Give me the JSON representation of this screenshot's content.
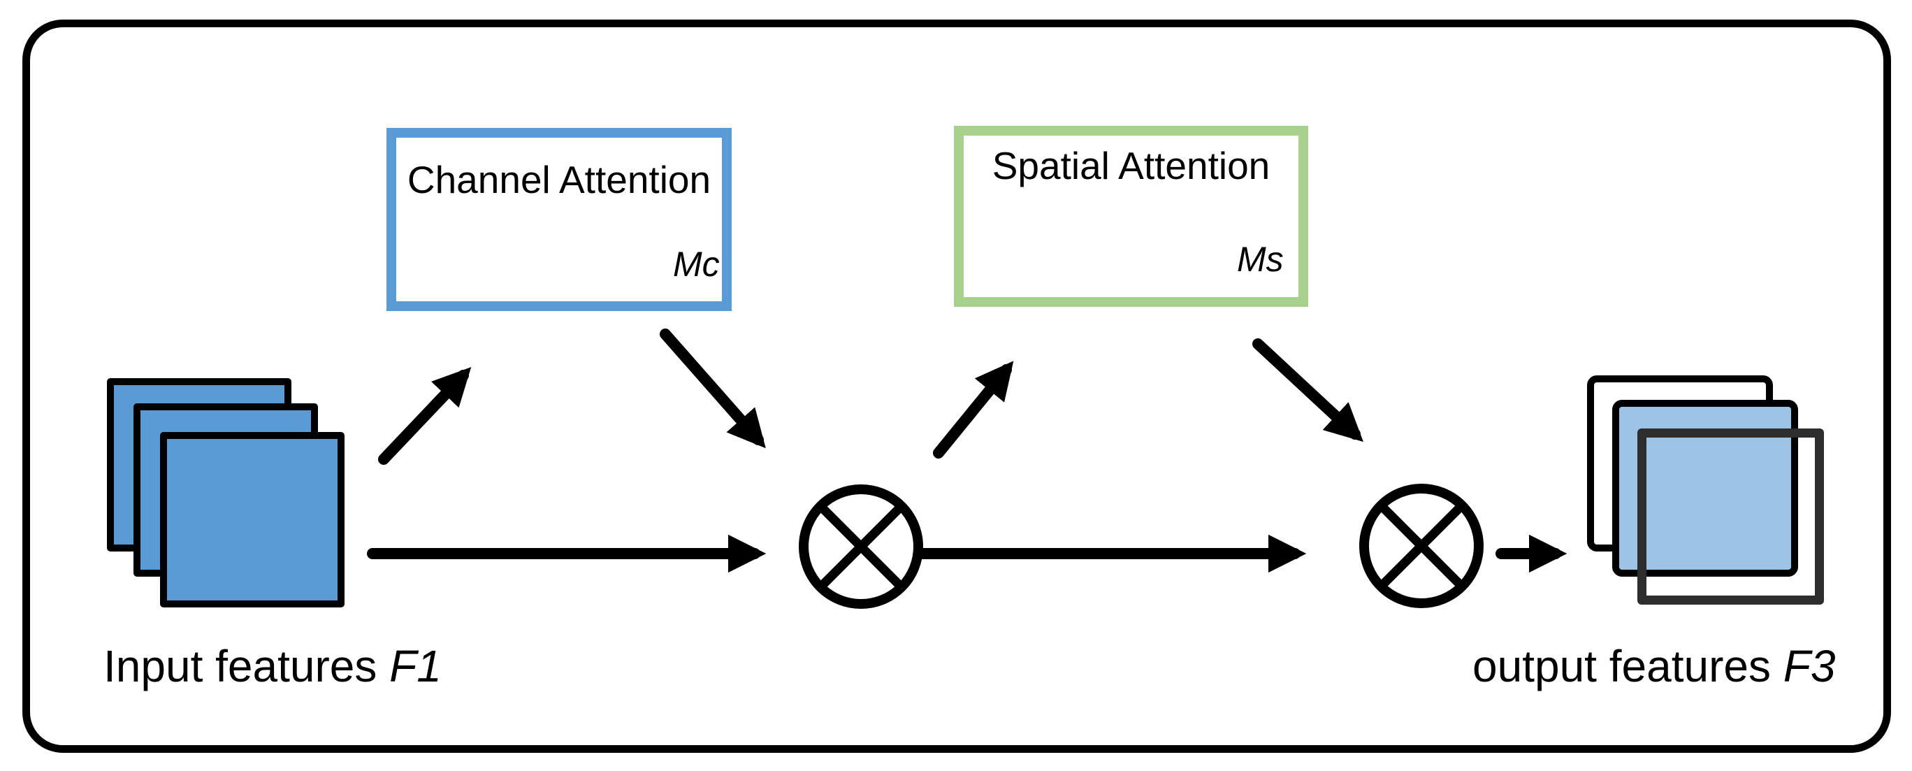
{
  "input": {
    "label": "Input features",
    "symbol": "F1"
  },
  "output": {
    "label": "output features",
    "symbol": "F3"
  },
  "channel_attention": {
    "title": "Channel Attention",
    "map_symbol": "Mc"
  },
  "spatial_attention": {
    "title": "Spatial Attention",
    "map_symbol": "Ms"
  },
  "operators": [
    {
      "name": "elementwise-multiply-1",
      "glyph": "⊗"
    },
    {
      "name": "elementwise-multiply-2",
      "glyph": "⊗"
    }
  ],
  "colors": {
    "outline": "#000000",
    "input_feature_fill": "#5B9BD5",
    "channel_box_border": "#5B9BD5",
    "bowtie_fill": "#BDD7EE",
    "spatial_box_border": "#A9D18E",
    "cube_top_fill": "#EAF2E0",
    "cube_front_fill": "#DFEBD2",
    "cube_side_fill": "#C9DDB4",
    "output_middle_fill": "#9DC3E6",
    "output_front_border": "#2d2d2d"
  }
}
